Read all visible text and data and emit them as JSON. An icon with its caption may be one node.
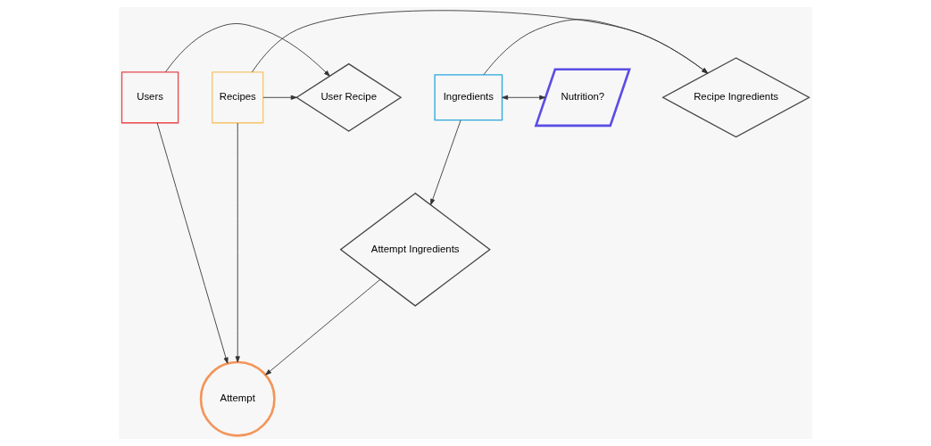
{
  "diagram": {
    "nodes": [
      {
        "text": [
          "Users"
        ]
      },
      {
        "text": [
          "User Recipe"
        ]
      },
      {
        "text": [
          "Recipes"
        ]
      },
      {
        "text": [
          "Recipe Ingredients"
        ]
      },
      {
        "text": [
          "Ingredients"
        ]
      },
      {
        "text": [
          "Nutrition?"
        ]
      },
      {
        "text": [
          "Attempt"
        ]
      },
      {
        "text": [
          "Attempt Ingredients"
        ]
      }
    ],
    "edges": [
      {
        "from": 0,
        "to": 1,
        "arrow": "to"
      },
      {
        "from": 2,
        "to": 1,
        "arrow": "to"
      },
      {
        "from": 2,
        "to": 3,
        "arrow": "to"
      },
      {
        "from": 4,
        "to": 3,
        "arrow": "to"
      },
      {
        "from": 4,
        "to": 5,
        "arrow": "both"
      },
      {
        "from": 0,
        "to": 6,
        "arrow": "to"
      },
      {
        "from": 2,
        "to": 6,
        "arrow": "to"
      },
      {
        "from": 4,
        "to": 7,
        "arrow": "to"
      },
      {
        "from": 7,
        "to": 6,
        "arrow": "to"
      }
    ]
  }
}
